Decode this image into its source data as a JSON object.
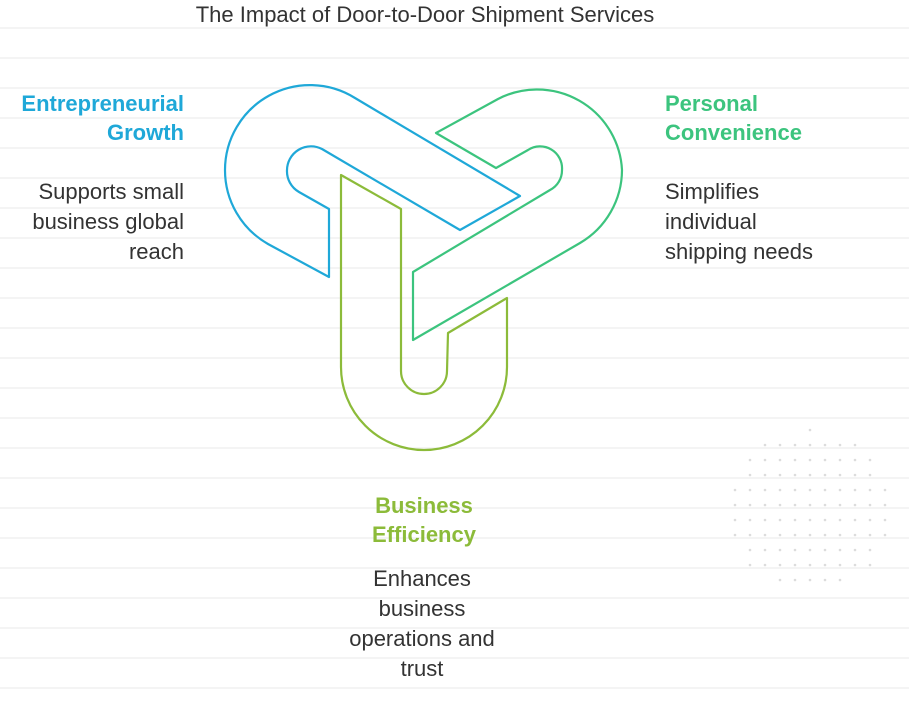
{
  "title": "The Impact of Door-to-Door Shipment Services",
  "colors": {
    "entrepreneurial": "#1fa8d8",
    "personal": "#3cc47e",
    "business": "#8cbb3a"
  },
  "sections": {
    "entrepreneurial": {
      "heading_1": "Entrepreneurial",
      "heading_2": "Growth",
      "desc_1": "Supports small",
      "desc_2": "business global",
      "desc_3": "reach"
    },
    "personal": {
      "heading_1": "Personal",
      "heading_2": "Convenience",
      "desc_1": "Simplifies",
      "desc_2": "individual",
      "desc_3": "shipping needs"
    },
    "business": {
      "heading_1": "Business",
      "heading_2": "Efficiency",
      "desc_1": "Enhances",
      "desc_2": "business",
      "desc_3": "operations and",
      "desc_4": "trust"
    }
  }
}
